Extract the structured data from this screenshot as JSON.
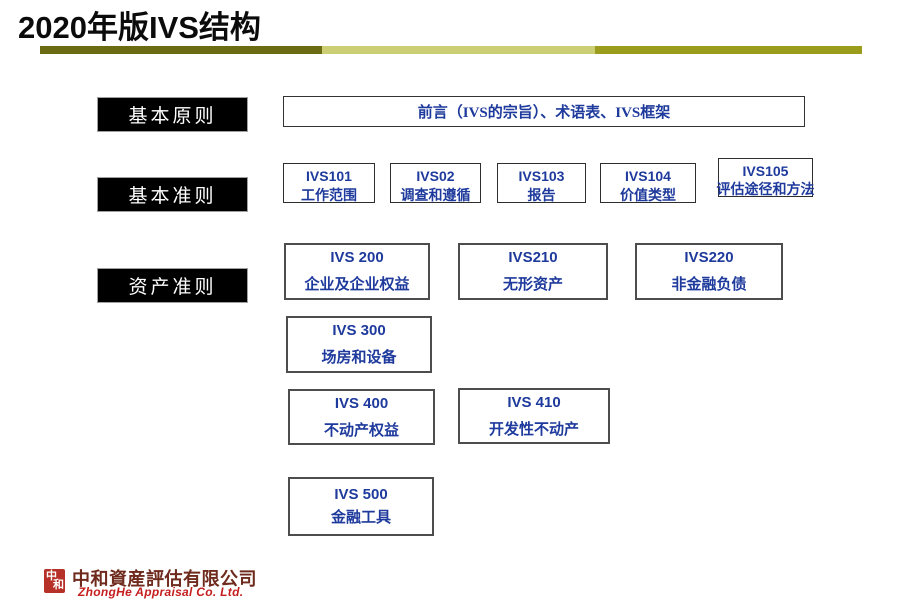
{
  "title": "2020年版IVS结构",
  "colors": {
    "accent_blue": "#1e3a9c",
    "bar_dark_olive": "#6b6b14",
    "bar_light_olive": "#cbce73",
    "bar_olive": "#9c9c1c",
    "seal_red": "#b63127",
    "company_cn_red": "#6e2b1d",
    "company_en_red": "#c61e1e"
  },
  "categories": [
    {
      "label": "基本原则"
    },
    {
      "label": "基本准则"
    },
    {
      "label": "资产准则"
    }
  ],
  "intro_box": {
    "text": "前言（IVS的宗旨）、术语表、IVS框架"
  },
  "general_standards": [
    {
      "code": "IVS101",
      "name": "工作范围"
    },
    {
      "code": "IVS02",
      "name": "调查和遵循"
    },
    {
      "code": "IVS103",
      "name": "报告"
    },
    {
      "code": "IVS104",
      "name": "价值类型"
    },
    {
      "code": "IVS105",
      "name": "评估途径和方法"
    }
  ],
  "asset_standards": [
    {
      "code": "IVS 200",
      "name": "企业及企业权益"
    },
    {
      "code": "IVS210",
      "name": "无形资产"
    },
    {
      "code": "IVS220",
      "name": "非金融负债"
    },
    {
      "code": "IVS 300",
      "name": "场房和设备"
    },
    {
      "code": "IVS 400",
      "name": "不动产权益"
    },
    {
      "code": "IVS 410",
      "name": "开发性不动产"
    },
    {
      "code": "IVS 500",
      "name": "金融工具"
    }
  ],
  "footer": {
    "seal_char_1": "中",
    "seal_char_2": "和",
    "company_cn": "中和資産評估有限公司",
    "company_en": "ZhongHe Appraisal Co. Ltd."
  }
}
